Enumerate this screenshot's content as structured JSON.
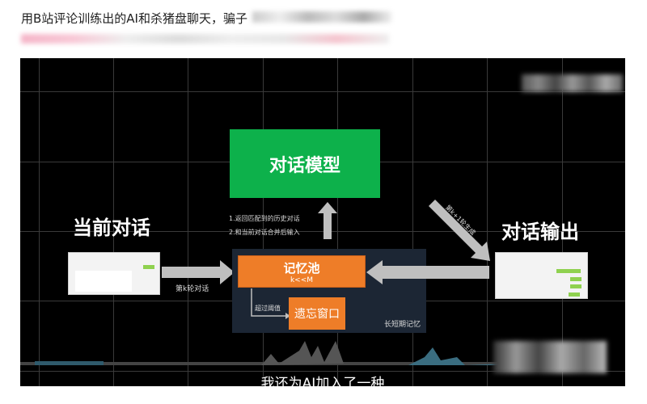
{
  "post": {
    "title": "用B站评论训练出的AI和杀猪盘聊天，骗子"
  },
  "video": {
    "diagram": {
      "model_box": "对话模型",
      "current_dialog_title": "当前对话",
      "output_title": "对话输出",
      "memory_pool": "记忆池",
      "memory_pool_sub": "k<<M",
      "forget_window": "遗忘窗口",
      "long_short_memory": "长短期记忆",
      "threshold_label": "超过阈值",
      "kth_round": "第k轮对话",
      "k1_round": "第k+1轮生成",
      "note_1": "1.返回匹配到的历史对话",
      "note_2": "2.和当前对话合并后输入"
    },
    "subtitle": "我还为AI加入了一种",
    "colors": {
      "model": "#0db14b",
      "memory": "#ee7d28",
      "panel": "#1c2634",
      "arrow": "#bfbfbf"
    }
  }
}
